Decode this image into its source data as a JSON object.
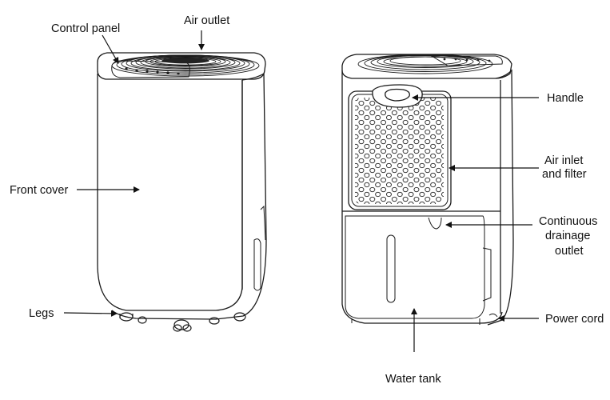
{
  "labels": {
    "control_panel": "Control panel",
    "air_outlet": "Air outlet",
    "front_cover": "Front cover",
    "legs": "Legs",
    "handle": "Handle",
    "air_inlet_line1": "Air inlet",
    "air_inlet_line2": "and filter",
    "drainage_line1": "Continuous",
    "drainage_line2": "drainage",
    "drainage_line3": "outlet",
    "power_cord": "Power cord",
    "water_tank": "Water tank"
  },
  "colors": {
    "ink": "#111111",
    "stroke": "#1a1a1a"
  }
}
